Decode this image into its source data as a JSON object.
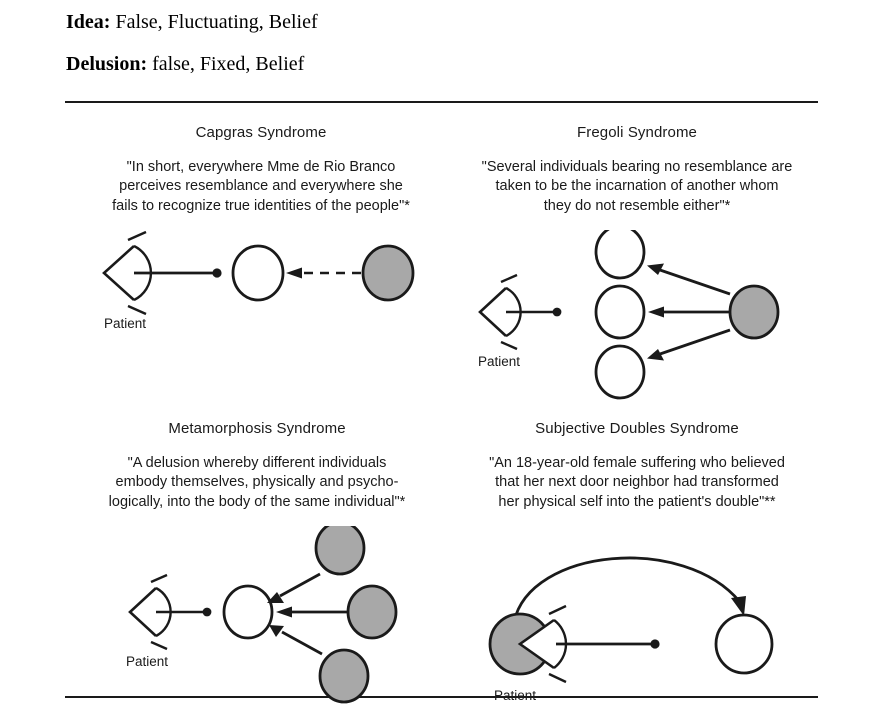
{
  "definitions": [
    {
      "term": "Idea:",
      "value": " False, Fluctuating, Belief"
    },
    {
      "term": "Delusion:",
      "value": " false, Fixed, Belief"
    }
  ],
  "colors": {
    "other_person_fill": "#a8a8a8",
    "self_fill": "#ffffff",
    "stroke": "#1a1a1a",
    "rule": "#1a1a1a",
    "background": "#ffffff"
  },
  "panels": [
    {
      "id": "capgras",
      "title": "Capgras Syndrome",
      "quote": "\"In short, everywhere Mme de Rio Branco\nperceives resemblance and everywhere she\nfails to recognize true identities of the people\"*",
      "patient_label": "Patient",
      "diagram": {
        "observer": "patient-eye",
        "nodes": [
          {
            "name": "perceived-identity",
            "fill": "white"
          },
          {
            "name": "real-person",
            "fill": "gray"
          }
        ],
        "edges": [
          {
            "from": "patient",
            "to": "perceived-identity",
            "style": "solid-dot"
          },
          {
            "from": "real-person",
            "to": "perceived-identity",
            "style": "dashed-arrow"
          }
        ]
      }
    },
    {
      "id": "fregoli",
      "title": "Fregoli Syndrome",
      "quote": "\"Several individuals bearing no resemblance are\ntaken to be the incarnation of another whom\nthey do not resemble either\"*",
      "patient_label": "Patient",
      "diagram": {
        "observer": "patient-eye",
        "nodes": [
          {
            "name": "person-upper",
            "fill": "white"
          },
          {
            "name": "person-middle",
            "fill": "white"
          },
          {
            "name": "person-lower",
            "fill": "white"
          },
          {
            "name": "single-persecutor",
            "fill": "gray"
          }
        ],
        "edges": [
          {
            "from": "patient",
            "to": "person-middle",
            "style": "solid-dot"
          },
          {
            "from": "single-persecutor",
            "to": "person-upper",
            "style": "solid-arrow"
          },
          {
            "from": "single-persecutor",
            "to": "person-middle",
            "style": "solid-arrow"
          },
          {
            "from": "single-persecutor",
            "to": "person-lower",
            "style": "solid-arrow"
          }
        ]
      }
    },
    {
      "id": "metamorphosis",
      "title": "Metamorphosis Syndrome",
      "quote": "\"A delusion whereby different individuals\nembody themselves, physically and psycho-\nlogically, into the body of the same individual\"*",
      "patient_label": "Patient",
      "diagram": {
        "observer": "patient-eye",
        "nodes": [
          {
            "name": "target-individual",
            "fill": "white"
          },
          {
            "name": "person-upper",
            "fill": "gray"
          },
          {
            "name": "person-middle",
            "fill": "gray"
          },
          {
            "name": "person-lower",
            "fill": "gray"
          }
        ],
        "edges": [
          {
            "from": "patient",
            "to": "target-individual",
            "style": "solid-dot"
          },
          {
            "from": "person-upper",
            "to": "target-individual",
            "style": "solid-arrow"
          },
          {
            "from": "person-middle",
            "to": "target-individual",
            "style": "solid-arrow"
          },
          {
            "from": "person-lower",
            "to": "target-individual",
            "style": "solid-arrow"
          }
        ]
      }
    },
    {
      "id": "subjective-doubles",
      "title": "Subjective Doubles Syndrome",
      "quote": "\"An 18-year-old female suffering who believed\nthat her next door neighbor had transformed\nher physical self into the patient's double\"**",
      "patient_label": "Patient",
      "diagram": {
        "observer": "patient-eye-on-gray-self",
        "nodes": [
          {
            "name": "patient-self",
            "fill": "gray"
          },
          {
            "name": "double",
            "fill": "white"
          }
        ],
        "edges": [
          {
            "from": "patient",
            "to": "double",
            "style": "solid-dot"
          },
          {
            "from": "patient-self",
            "to": "double",
            "style": "curved-arrow"
          }
        ]
      }
    }
  ]
}
